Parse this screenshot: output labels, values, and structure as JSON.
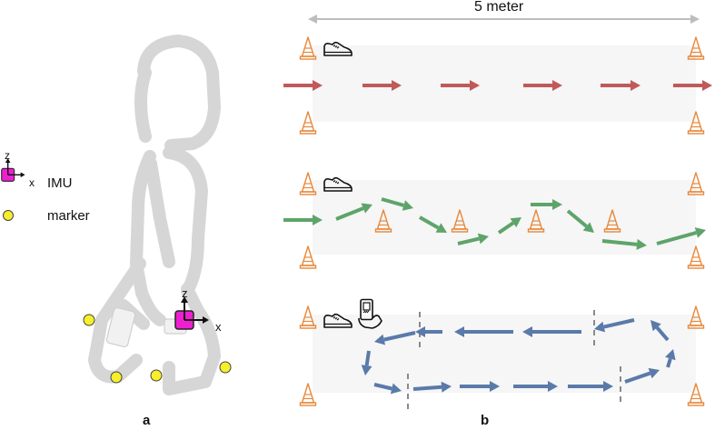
{
  "panel_a": {
    "label": "a",
    "legend": {
      "imu_label": "IMU",
      "marker_label": "marker",
      "axis_z": "z",
      "axis_x": "x"
    },
    "sensor_axes": {
      "z": "z",
      "x": "x"
    }
  },
  "panel_b": {
    "label": "b",
    "distance_label": "5 meter",
    "tracks": [
      {
        "id": "straight",
        "arrow_color": "#c05a5a"
      },
      {
        "id": "slalom",
        "arrow_color": "#5ea46a"
      },
      {
        "id": "turn-with-phone",
        "arrow_color": "#5a7aaa"
      }
    ]
  },
  "colors": {
    "imu": "#ee1fd0",
    "marker": "#f7ef2a",
    "cone": "#e8883a",
    "silhouette": "#d6d6d6",
    "track_band": "#f6f6f6",
    "dashed_marker": "#8a8a8a"
  }
}
